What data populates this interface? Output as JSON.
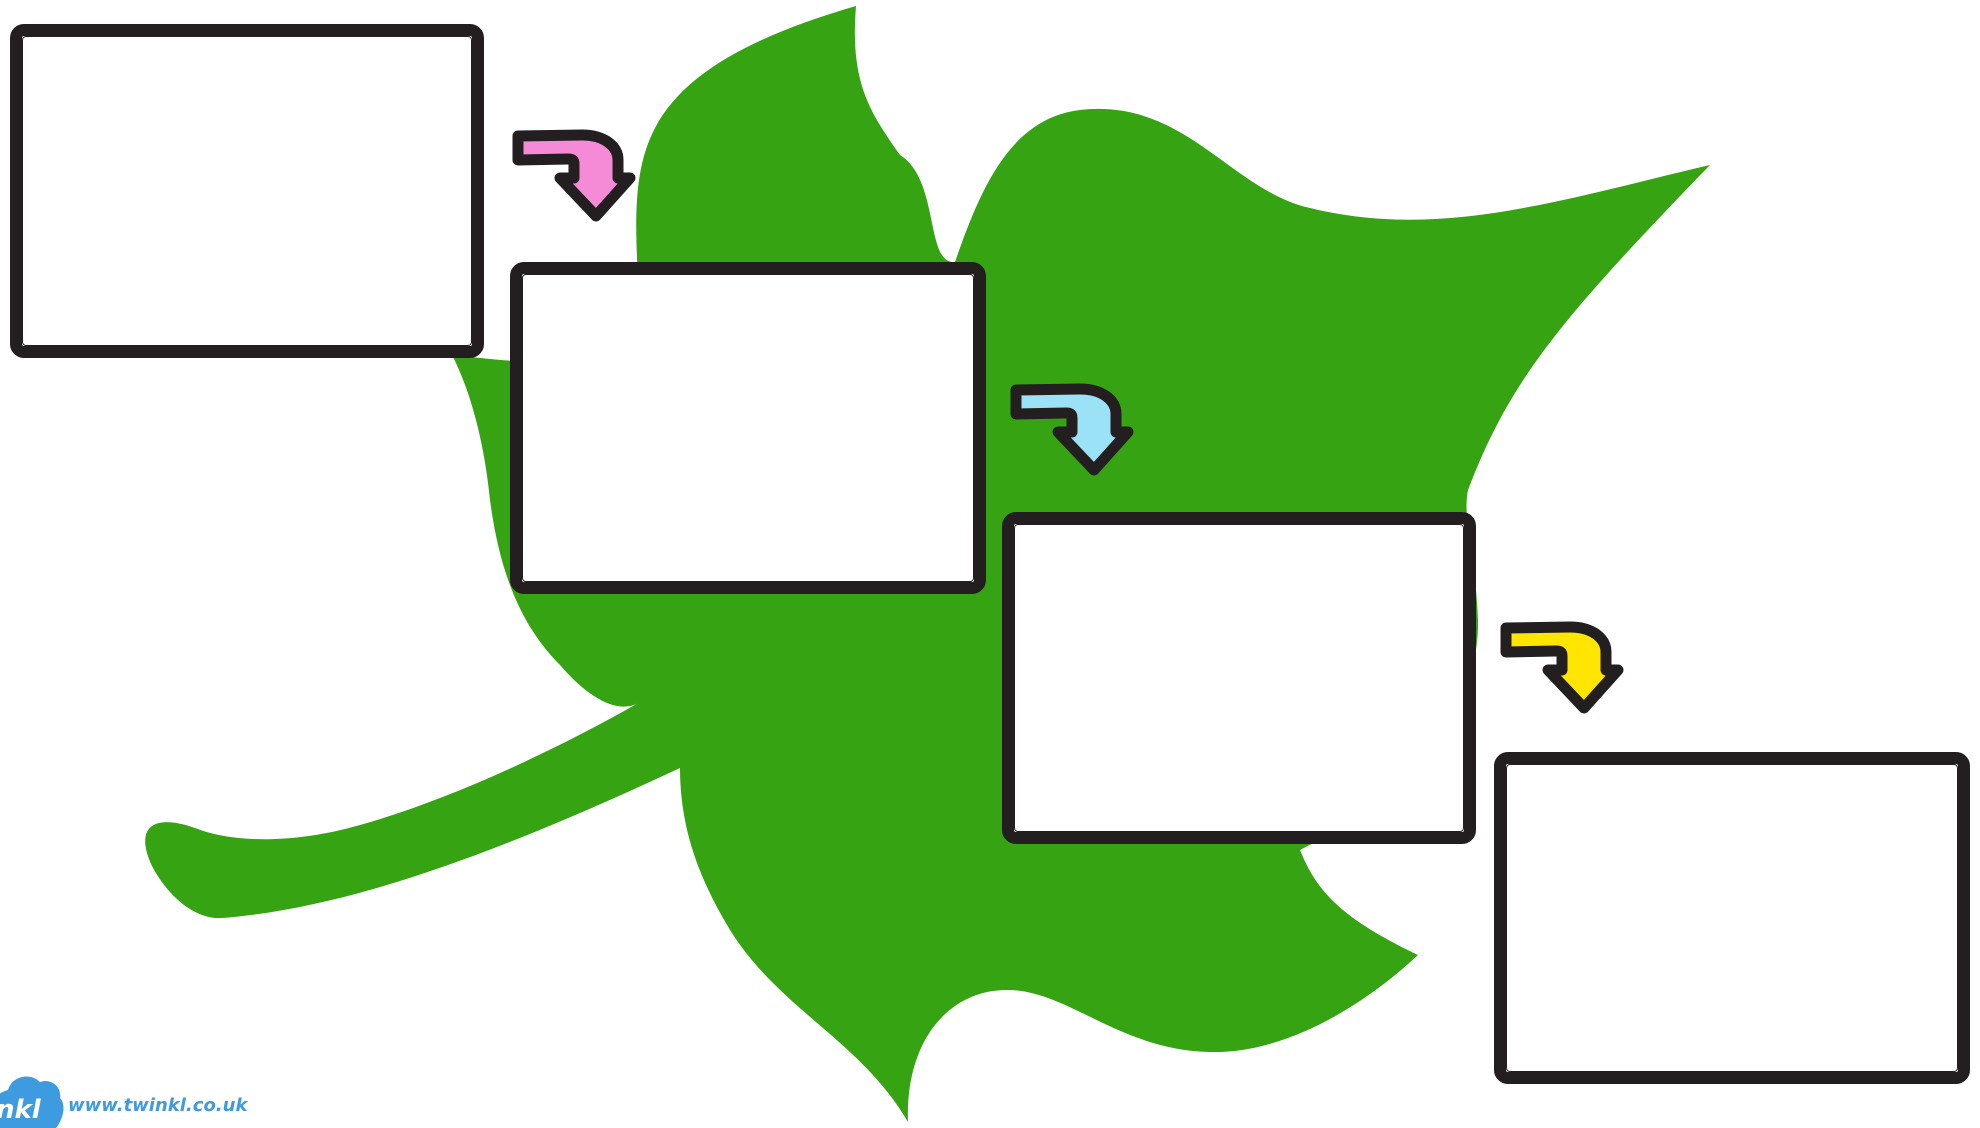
{
  "colors": {
    "background": "#ffffff",
    "leaf": "#36a313",
    "box_border": "#231f20",
    "box_fill": "#ffffff",
    "arrow_outline": "#231f20",
    "brand_blue": "#3f9be0"
  },
  "boxes": [
    {
      "step": 1,
      "text": ""
    },
    {
      "step": 2,
      "text": ""
    },
    {
      "step": 3,
      "text": ""
    },
    {
      "step": 4,
      "text": ""
    }
  ],
  "arrows": [
    {
      "from": 1,
      "to": 2,
      "color": "#f58bd6",
      "icon": "curved-down-arrow-icon"
    },
    {
      "from": 2,
      "to": 3,
      "color": "#9be2f7",
      "icon": "curved-down-arrow-icon"
    },
    {
      "from": 3,
      "to": 4,
      "color": "#ffe500",
      "icon": "curved-down-arrow-icon"
    }
  ],
  "branding": {
    "logo_text": "nkl",
    "url": "www.twinkl.co.uk",
    "icon": "twinkl-cloud-logo-icon"
  }
}
